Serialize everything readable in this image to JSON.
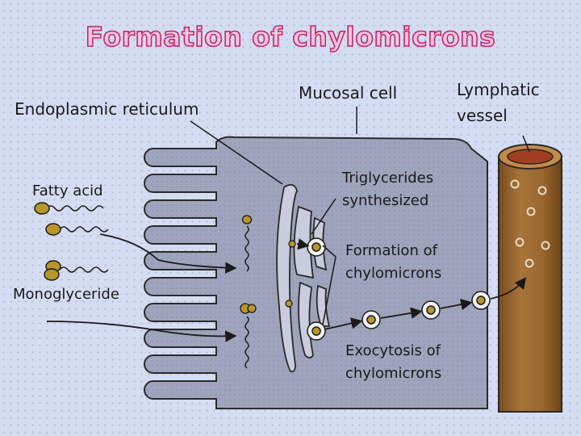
{
  "title": "Formation of chylomicrons",
  "labels": {
    "endoplasmic_reticulum": "Endoplasmic reticulum",
    "mucosal_cell": "Mucosal cell",
    "lymphatic_vessel_line1": "Lymphatic",
    "lymphatic_vessel_line2": "vessel",
    "fatty_acid": "Fatty acid",
    "monoglyceride": "Monoglyceride",
    "triglycerides_line1": "Triglycerides",
    "triglycerides_line2": "synthesized",
    "formation_line1": "Formation of",
    "formation_line2": "chylomicrons",
    "exocytosis_line1": "Exocytosis of",
    "exocytosis_line2": "chylomicrons"
  },
  "colors": {
    "cell_fill": "#9ea4bb",
    "cell_outline": "#2a2a2a",
    "lipid": "#b99628",
    "vessel": "#9e6a30",
    "vessel_lumen": "#a23e20",
    "title_fill": "#f6c6dc",
    "title_stroke": "#c0266e"
  }
}
